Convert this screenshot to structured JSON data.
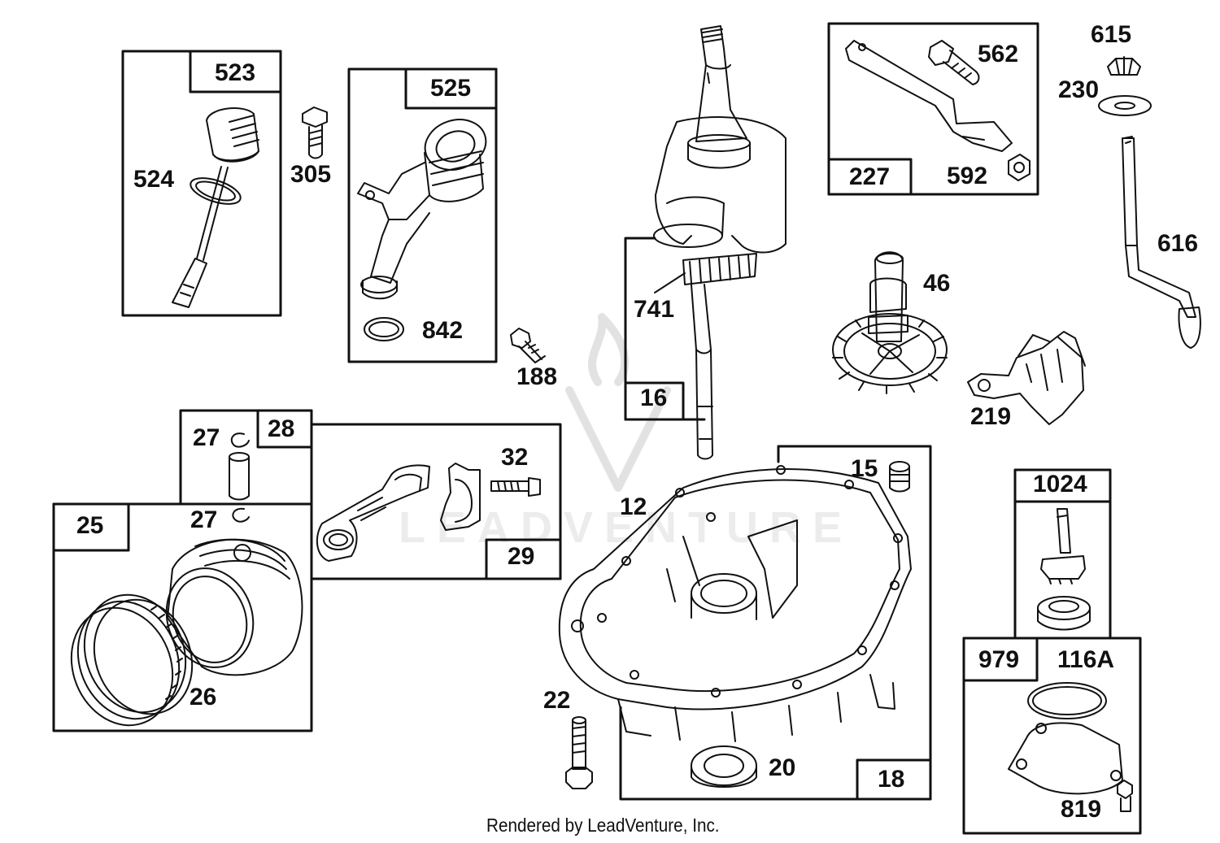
{
  "watermark": {
    "text": "LEADVENTURE"
  },
  "footer": "Rendered by LeadVenture, Inc.",
  "callouts": {
    "c523": "523",
    "c524": "524",
    "c305": "305",
    "c525": "525",
    "c842": "842",
    "c188": "188",
    "c741": "741",
    "c16": "16",
    "c227": "227",
    "c562": "562",
    "c592": "592",
    "c615": "615",
    "c230": "230",
    "c616": "616",
    "c46": "46",
    "c219": "219",
    "c28": "28",
    "c27a": "27",
    "c27b": "27",
    "c25": "25",
    "c26": "26",
    "c32": "32",
    "c29": "29",
    "c12": "12",
    "c15": "15",
    "c22": "22",
    "c20": "20",
    "c18": "18",
    "c1024": "1024",
    "c979": "979",
    "c116A": "116A",
    "c819": "819"
  },
  "colors": {
    "ink": "#111111",
    "watermark": "#aaaaaa",
    "background": "#ffffff"
  }
}
